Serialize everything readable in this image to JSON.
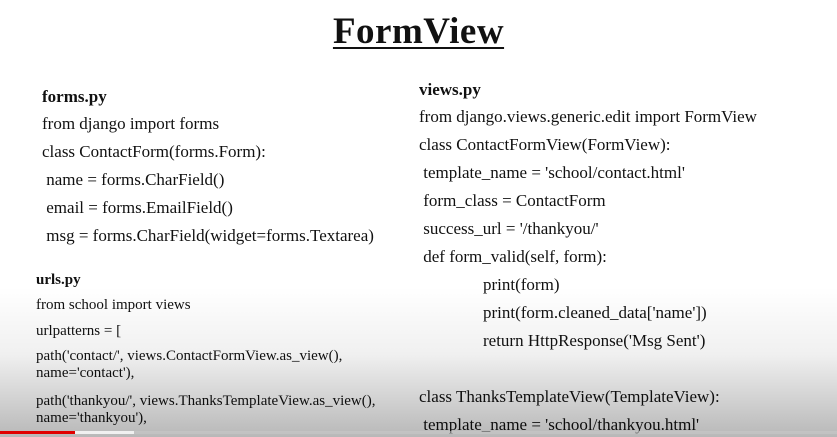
{
  "slide": {
    "title": "FormView",
    "forms": {
      "heading": "forms.py",
      "lines": [
        "from django import forms",
        "class ContactForm(forms.Form):",
        " name = forms.CharField()",
        " email = forms.EmailField()",
        " msg = forms.CharField(widget=forms.Textarea)"
      ]
    },
    "urls": {
      "heading": "urls.py",
      "lines": [
        "from school import views",
        "urlpatterns = [",
        "path('contact/', views.ContactFormView.as_view(), name='contact'),",
        "path('thankyou/', views.ThanksTemplateView.as_view(), name='thankyou'),"
      ]
    },
    "views": {
      "heading": "views.py",
      "lines": [
        "from django.views.generic.edit import FormView",
        "class ContactFormView(FormView):",
        " template_name = 'school/contact.html'",
        " form_class = ContactForm",
        " success_url = '/thankyou/'",
        " def form_valid(self, form):",
        "print(form)",
        "print(form.cleaned_data['name'])",
        "return HttpResponse('Msg Sent')",
        "class ThanksTemplateView(TemplateView):",
        " template_name = 'school/thankyou.html'"
      ]
    }
  },
  "player": {
    "played_fraction": 0.09,
    "buffered_fraction": 0.16,
    "played_color": "#e00000"
  }
}
